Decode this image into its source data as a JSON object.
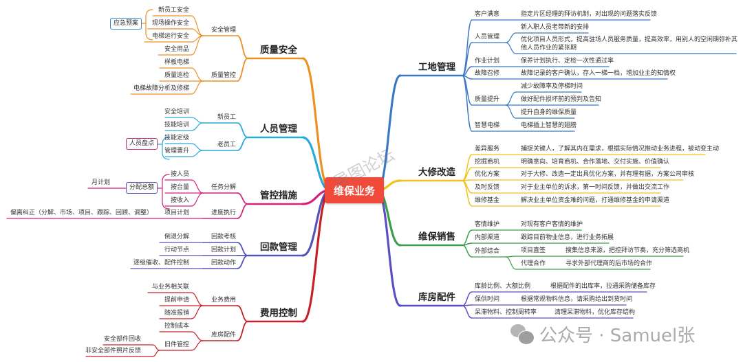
{
  "center": "维保业务",
  "center_watermark": "导图论坛",
  "footer_watermark": "公众号 · Samuel张",
  "colors": {
    "quality": "#ee8f22",
    "staff": "#2aaad8",
    "control": "#d6217a",
    "payment": "#5553b5",
    "cost": "#c42026",
    "site": "#3b78c4",
    "overhaul": "#f2c21b",
    "sales": "#3c9d4a",
    "warehouse": "#5a4fc0",
    "center": "#f04a3a"
  },
  "left": [
    {
      "title": "质量安全",
      "tag": "应急预案",
      "subs": [
        {
          "label": "安全管理",
          "children": [
            "新员工安全",
            "现场操作安全",
            "电梯运行安全",
            "安全用品"
          ]
        },
        {
          "label": "质量管控",
          "children": [
            "样板电梯",
            "质量巡检",
            "电梯故障分析及修梯"
          ]
        }
      ]
    },
    {
      "title": "人员管理",
      "tag": "人员盘点",
      "subs": [
        {
          "label": "新员工",
          "children": [
            "安全培训",
            "技能培训"
          ]
        },
        {
          "label": "老员工",
          "children": [
            "技能定级",
            "管理晋升"
          ]
        }
      ]
    },
    {
      "title": "管控措施",
      "tag": "分配总额",
      "tag_child": "月计划",
      "subs": [
        {
          "label": "任务分解",
          "children": [
            "按人员",
            "按台量",
            "按收入"
          ]
        },
        {
          "label": "进度执行",
          "children": [
            "项目计划"
          ],
          "grandchild": "偏离纠正（分解、市场、项目、跟踪、回顾、调整）"
        }
      ]
    },
    {
      "title": "回款管理",
      "subs": [
        {
          "label": "回款考核",
          "children": [
            "倒退分解"
          ]
        },
        {
          "label": "回款计划",
          "children": [
            "行动节点"
          ]
        },
        {
          "label": "回款动作",
          "children": [
            "逐级催收、配件控制"
          ]
        }
      ]
    },
    {
      "title": "费用控制",
      "subs": [
        {
          "label": "业务费用",
          "children": [
            "与业务相关联",
            "提前申请",
            "随准报销"
          ]
        },
        {
          "label": "库房配件",
          "children": [
            "控制成本",
            "旧件管控"
          ],
          "grandchildren": [
            "安全部件回收",
            "非安全部件照片反馈"
          ]
        }
      ]
    }
  ],
  "right": [
    {
      "title": "工地管理",
      "subs": [
        {
          "label": "客户满意",
          "children": [
            "指定片区经理的拜访机制，对出现的问题落实反馈"
          ]
        },
        {
          "label": "人员管理",
          "children": [
            "新入职人员老带新的安排",
            "优化项目人员形式，提高驻场人员服务质量，提高效率，用别人的空闲期弥补其他人员作业的紧张期"
          ]
        },
        {
          "label": "作业计划",
          "children": [
            "保养计划执行、定检一次性通过率"
          ]
        },
        {
          "label": "故障召修",
          "children": [
            "故障记录的客户确认，存入一梯一档，增加业主的知情权"
          ]
        },
        {
          "label": "质量提升",
          "children": [
            "减少故障率及停梯时间",
            "做好配件损坏前的预判及告知",
            "提升自身的维保质量"
          ]
        },
        {
          "label": "智慧电梯",
          "children": [
            "电梯插上智慧的翅膀"
          ]
        }
      ]
    },
    {
      "title": "大修改造",
      "subs": [
        {
          "label": "差异服务",
          "children": [
            "捕捉关键人，了解其内在需求，根据实际情况推动业务进程，被动变主动"
          ]
        },
        {
          "label": "挖掘商机",
          "children": [
            "明确意向、培育商机、合作落地、交付实施、价值确认"
          ]
        },
        {
          "label": "优化方案",
          "children": [
            "对于大修、改造一定出具优化方案，并有理有据，方案公司审核"
          ]
        },
        {
          "label": "及时反馈",
          "children": [
            "对于业主单位的诉求，第一时间反馈，并做出交流工作"
          ]
        },
        {
          "label": "维修基金",
          "children": [
            "解决业主单位资金难的问题，打通维修基金的申请渠道"
          ]
        }
      ]
    },
    {
      "title": "维保销售",
      "subs": [
        {
          "label": "客情维护",
          "children": [
            "对现有客户客情的维护"
          ]
        },
        {
          "label": "内部渠道",
          "children": [
            "跟踪目前物业信息，进行业务拓展"
          ]
        },
        {
          "label": "外部综合",
          "children": [
            {
              "label": "项目直签",
              "detail": "搜集信息来源，把控拜访节奏，充分筛选商机"
            },
            {
              "label": "代理合作",
              "detail": "寻求外部代理商的后市场的合作"
            }
          ]
        }
      ]
    },
    {
      "title": "库房配件",
      "subs": [
        {
          "label": "库龄比例、大额比例",
          "children": [
            "根据配件的出库率，拉通采购储备库存"
          ]
        },
        {
          "label": "保供时间",
          "children": [
            "根据常规物料信息，请采购给出到货时间"
          ]
        },
        {
          "label": "呆滞物料、控制周转率",
          "children": [
            "清理呆滞物料，优化库存结构"
          ]
        }
      ]
    }
  ]
}
